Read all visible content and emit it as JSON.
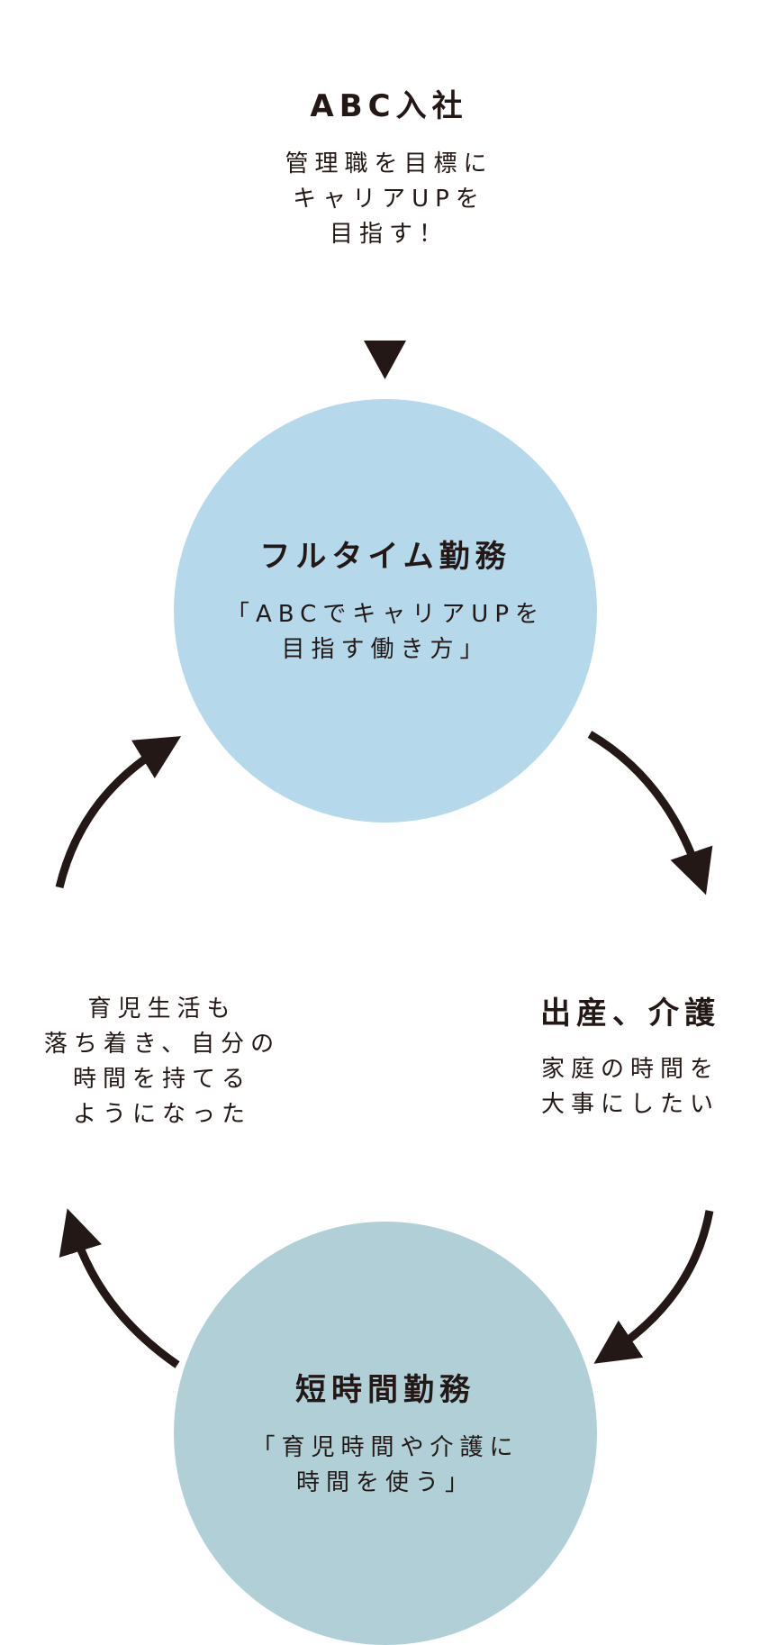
{
  "top": {
    "title": "ABC入社",
    "text": "管理職を目標に\nキャリアUPを\n目指す！"
  },
  "full_time": {
    "title": "フルタイム勤務",
    "text": "「ABCでキャリアUPを\n目指す働き方」"
  },
  "life_event": {
    "title": "出産、介護",
    "text": "家庭の時間を\n大事にしたい"
  },
  "short_time": {
    "title": "短時間勤務",
    "text": "「育児時間や介護に\n時間を使う」"
  },
  "settled": {
    "text": "育児生活も\n落ち着き、自分の\n時間を持てる\nようになった"
  },
  "colors": {
    "full_time_circle": "#b5d8ea",
    "short_time_circle": "#b0cfd6",
    "ink": "#231815"
  }
}
